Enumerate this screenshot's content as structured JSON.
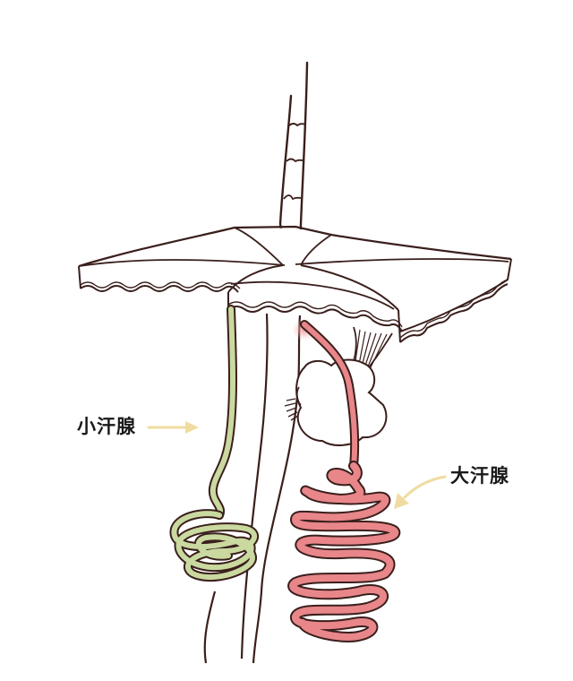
{
  "diagram": {
    "subject": "sweat glands in skin",
    "labels": {
      "small_sweat_gland": "小汗腺",
      "large_sweat_gland": "大汗腺"
    },
    "colors": {
      "outline": "#3a1f1c",
      "small_gland_fill": "#c9d9a0",
      "large_gland_fill": "#e8868a",
      "large_gland_glow": "#f3b7b8",
      "arrow": "#f0dca0",
      "skin_fill": "#ffffff",
      "background": "#ffffff"
    },
    "elements": [
      {
        "name": "hair-shaft",
        "description": "hair emerging from skin surface"
      },
      {
        "name": "skin-surface",
        "description": "square skin block top with wavy edges"
      },
      {
        "name": "hair-follicle",
        "description": "follicle descending below skin"
      },
      {
        "name": "sebaceous-gland",
        "description": "lobed gland next to follicle"
      },
      {
        "name": "arrector-pili",
        "description": "striated muscle strip"
      },
      {
        "name": "small-sweat-gland",
        "description": "green duct with coiled end"
      },
      {
        "name": "large-sweat-gland",
        "description": "pink duct with coiled end opening into follicle"
      }
    ],
    "arrows": [
      {
        "from": "小汗腺",
        "to": "small-sweat-gland-duct",
        "direction": "right"
      },
      {
        "from": "大汗腺",
        "to": "large-sweat-gland-coil",
        "direction": "down-left"
      }
    ]
  }
}
